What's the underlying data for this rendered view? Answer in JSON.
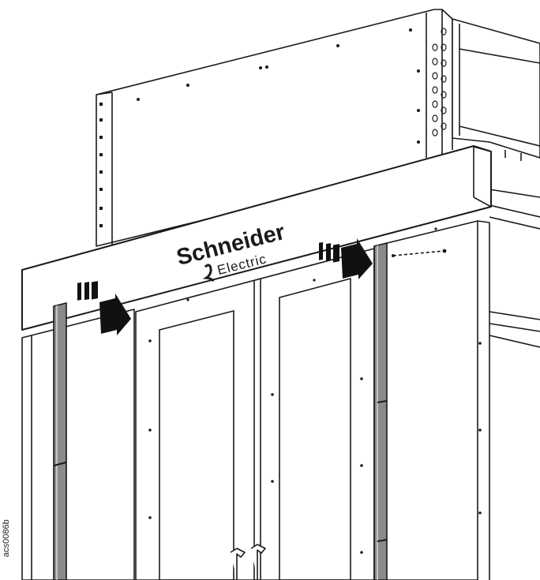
{
  "logo": {
    "brand": "Schneider",
    "sub": "Electric"
  },
  "figure_id": "acs0086b",
  "colors": {
    "line": "#1a1a1a",
    "panel": "#ffffff",
    "strip": "#8a8a8a",
    "arrow": "#111111"
  }
}
